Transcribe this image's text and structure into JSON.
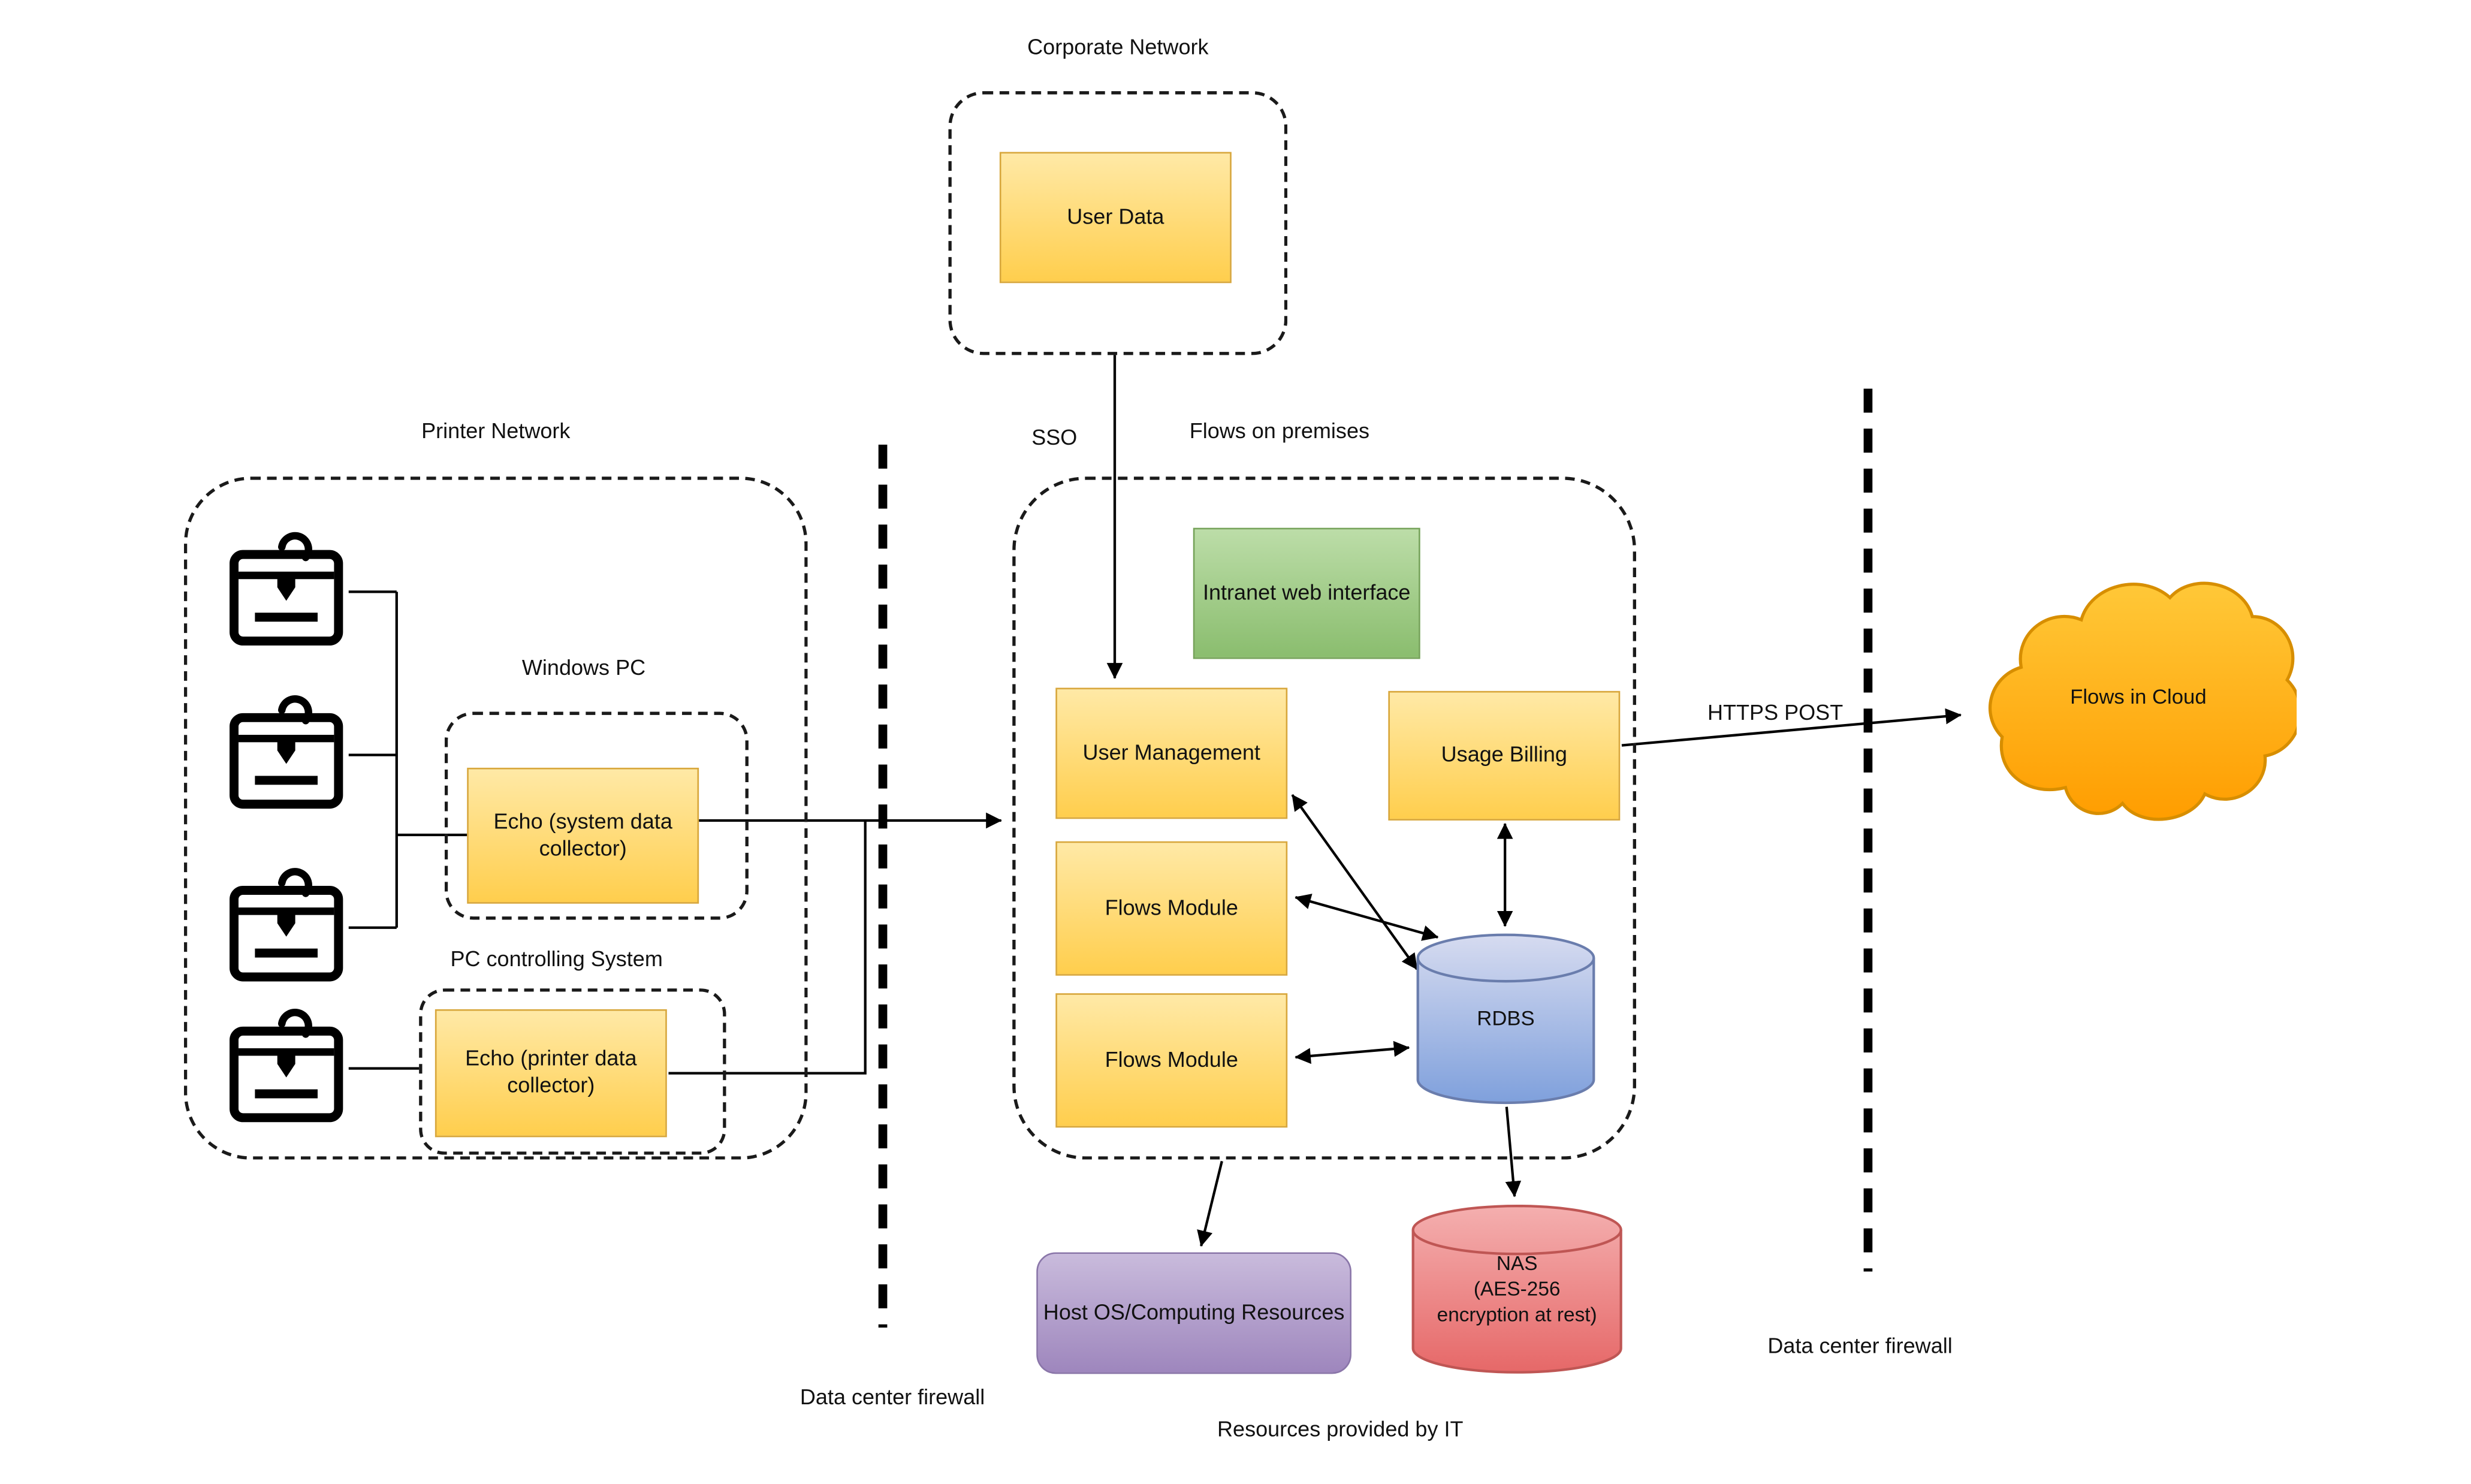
{
  "groups": {
    "corporate_network": {
      "label": "Corporate Network"
    },
    "printer_network": {
      "label": "Printer Network"
    },
    "flows_on_premises": {
      "label": "Flows on premises"
    }
  },
  "nodes": {
    "user_data": {
      "label": "User Data"
    },
    "windows_pc": {
      "label": "Windows PC"
    },
    "echo_system": {
      "label": "Echo (system data collector)"
    },
    "pc_controlling_system": {
      "label": "PC controlling System"
    },
    "echo_printer": {
      "label": "Echo (printer data collector)"
    },
    "intranet_web_interface": {
      "label": "Intranet web interface"
    },
    "user_management": {
      "label": "User Management"
    },
    "usage_billing": {
      "label": "Usage Billing"
    },
    "flows_module_top": {
      "label": "Flows Module"
    },
    "flows_module_bottom": {
      "label": "Flows Module"
    },
    "rdbs": {
      "label": "RDBS"
    },
    "host_os": {
      "label": "Host OS/Computing Resources"
    },
    "nas": {
      "label": "NAS\n(AES-256\nencryption at rest)"
    },
    "flows_in_cloud": {
      "label": "Flows in Cloud"
    }
  },
  "edge_labels": {
    "sso": "SSO",
    "https_post": "HTTPS POST"
  },
  "annotations": {
    "firewall_left": "Data center firewall",
    "firewall_right": "Data center firewall",
    "resources_it": "Resources provided by IT"
  },
  "colors": {
    "node_yellow": "#FFCE4D",
    "node_green": "#8ABD6E",
    "node_purple": "#9E86BD",
    "db_blue": "#7FA0DC",
    "nas_red": "#E66868",
    "cloud_orange": "#FF9D00",
    "line_black": "#000000"
  }
}
